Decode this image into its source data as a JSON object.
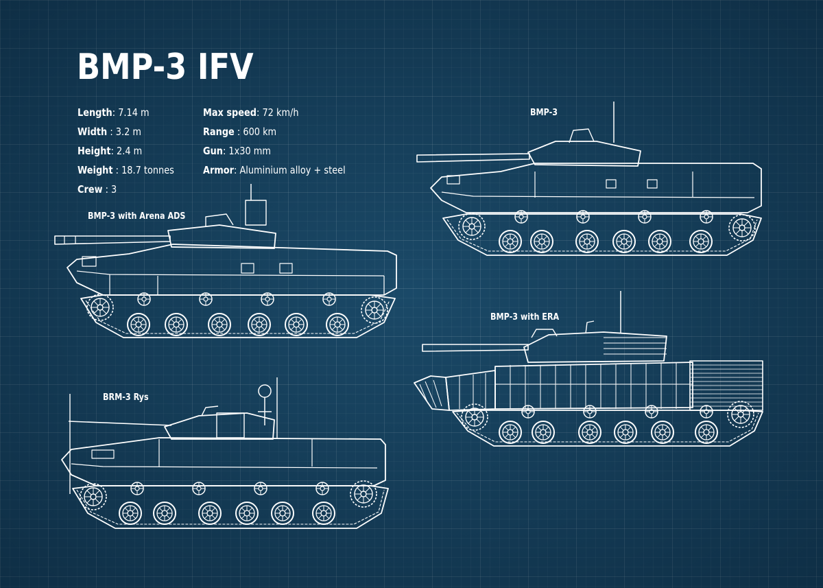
{
  "title": "BMP-3 IFV",
  "specs": {
    "left": [
      {
        "label": "Length",
        "sep": ": ",
        "value": "7.14 m"
      },
      {
        "label": "Width",
        "sep": " : ",
        "value": "3.2 m"
      },
      {
        "label": "Height",
        "sep": ": ",
        "value": "2.4 m"
      },
      {
        "label": "Weight",
        "sep": " : ",
        "value": "18.7 tonnes"
      },
      {
        "label": "Crew",
        "sep": " : ",
        "value": "3"
      }
    ],
    "right": [
      {
        "label": "Max speed",
        "sep": ": ",
        "value": "72 km/h"
      },
      {
        "label": "Range",
        "sep": " : ",
        "value": "600 km"
      },
      {
        "label": "Gun",
        "sep": ": ",
        "value": "1x30 mm"
      },
      {
        "label": "Armor",
        "sep": ":  ",
        "value": "Aluminium alloy + steel"
      }
    ]
  },
  "vehicles": {
    "arena": "BMP-3 with Arena ADS",
    "bmp3": "BMP-3",
    "brm3": "BRM-3 Rys",
    "era": "BMP-3 with ERA"
  },
  "colors": {
    "background": "#16425f",
    "lines": "#ffffff"
  }
}
